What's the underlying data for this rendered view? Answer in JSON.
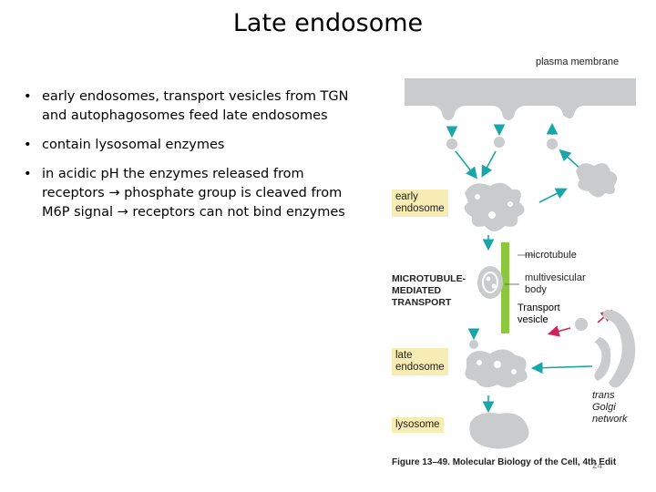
{
  "title": "Late endosome",
  "bullets": [
    "early endosomes, transport vesicles from TGN and autophagosomes feed late endosomes",
    "contain lysosomal enzymes",
    "in acidic pH the enzymes released from receptors → phosphate group is cleaved from M6P signal → receptors can not bind enzymes"
  ],
  "figure": {
    "plasma_membrane": "plasma membrane",
    "early_endosome": "early\nendosome",
    "microtubule": "microtubule",
    "mt_transport": "MICROTUBULE-\nMEDIATED\nTRANSPORT",
    "multivesicular_body": "multivesicular\nbody",
    "transport_vesicle": "Transport\nvesicle",
    "late_endosome": "late\nendosome",
    "lysosome": "lysosome",
    "trans_golgi": "trans\nGolgi\nnetwork",
    "caption": "Figure 13–49. Molecular Biology of the Cell, 4th Edit"
  },
  "colors": {
    "membrane": "#c9cbcc",
    "arrow": "#1aa6a8",
    "microtubule": "#8dc63f",
    "label_box": "#f6ecb4",
    "red_arrow": "#d0245a"
  },
  "page_number": "24"
}
